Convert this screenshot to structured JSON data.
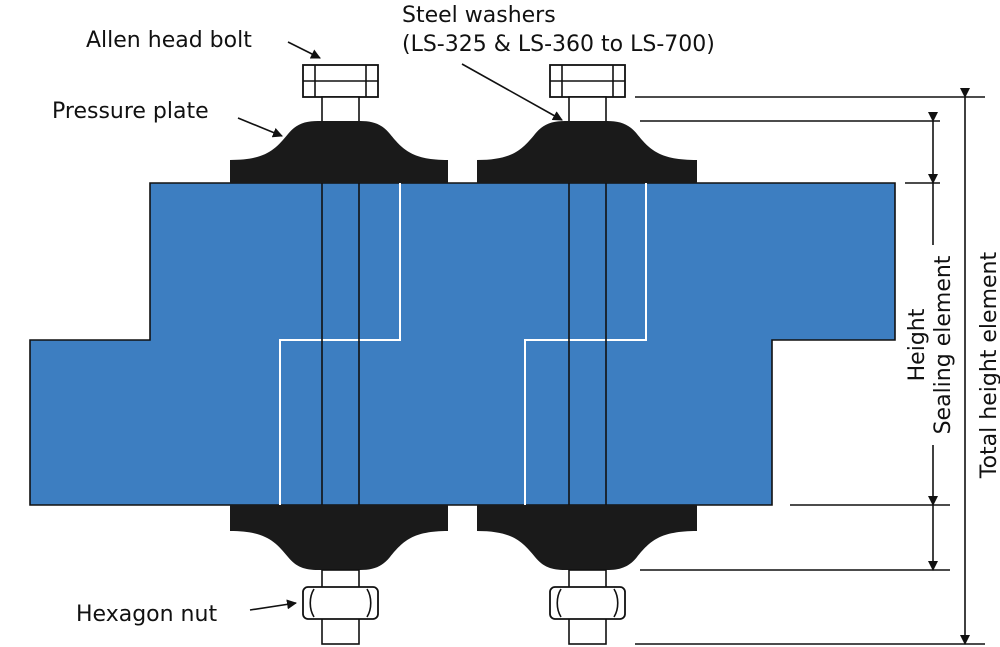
{
  "labels": {
    "allen_head_bolt": "Allen head bolt",
    "steel_washers_line1": "Steel washers",
    "steel_washers_line2": "(LS-325 & LS-360 to LS-700)",
    "pressure_plate": "Pressure plate",
    "hexagon_nut": "Hexagon nut",
    "height_sealing_line1": "Height",
    "height_sealing_line2": "Sealing element",
    "total_height": "Total height element"
  },
  "colors": {
    "seal_fill": "#3d7ec1",
    "hardware": "#1a1a1a",
    "outline": "#111111",
    "joint_line": "#ffffff"
  }
}
